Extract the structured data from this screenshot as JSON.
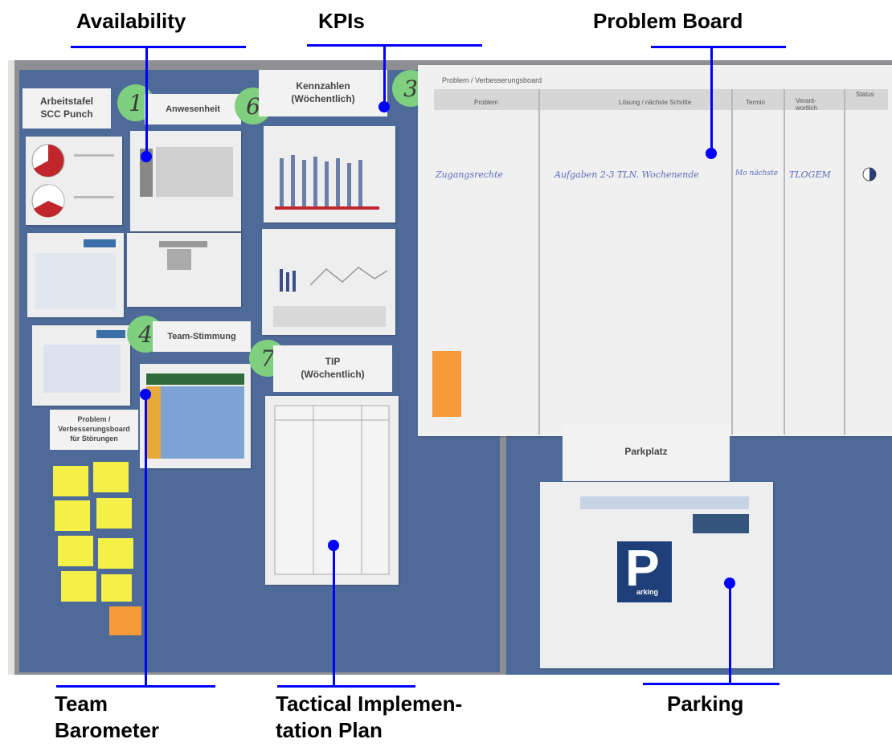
{
  "callouts": {
    "availability": "Availability",
    "kpis": "KPIs",
    "problem_board": "Problem Board",
    "team_barometer": [
      "Team",
      "Barometer"
    ],
    "tip": [
      "Tactical Implemen-",
      "tation Plan"
    ],
    "parking": "Parking"
  },
  "board": {
    "card_arbeitstafel": [
      "Arbeitstafel",
      "SCC Punch"
    ],
    "card_anwesenheit": "Anwesenheit",
    "card_kennzahlen": [
      "Kennzahlen",
      "(Wöchentlich)"
    ],
    "card_team_stimmung": "Team-Stimmung",
    "card_tip": [
      "TIP",
      "(Wöchentlich)"
    ],
    "card_problem_small": [
      "Problem /",
      "Verbesserungsboard",
      "für Störungen"
    ],
    "card_parkplatz": "Parkplatz",
    "numbers": [
      "1",
      "6",
      "3",
      "4",
      "7"
    ],
    "problem_board_title": "Problem / Verbesserungsboard",
    "problem_board_columns": [
      "Problem",
      "Lösung / nächste Schritte",
      "Termin",
      "Verant-wortlich",
      "Status"
    ],
    "problem_board_entry": [
      "Zugangsrechte",
      "Aufgaben 2-3 TLN. Wochenende",
      "Mo nächste",
      "TLOGEM"
    ],
    "parking_sign_letter": "P",
    "parking_sign_word": "arking"
  },
  "colors": {
    "callout_line": "#0000ff",
    "pinboard": "#4e6a98",
    "number_circle": "#7ed07e",
    "sticky_note": "#f3f047",
    "orange_note": "#f89a3a"
  }
}
